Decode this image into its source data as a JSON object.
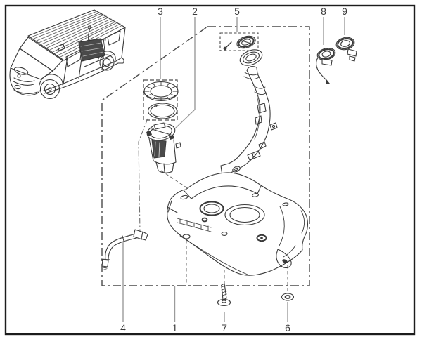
{
  "diagram": {
    "type": "exploded-parts-diagram",
    "callouts": [
      {
        "label": "3"
      },
      {
        "label": "2"
      },
      {
        "label": "5"
      },
      {
        "label": "8"
      },
      {
        "label": "9"
      },
      {
        "label": "4"
      },
      {
        "label": "1"
      },
      {
        "label": "7"
      },
      {
        "label": "6"
      }
    ]
  },
  "colors": {
    "background": "#ffffff",
    "frame": "#1c1c1c",
    "line": "#3a3a3a",
    "leader": "#9b9b9b",
    "dashed_leader": "#707070",
    "text": "#3b3b3b"
  }
}
